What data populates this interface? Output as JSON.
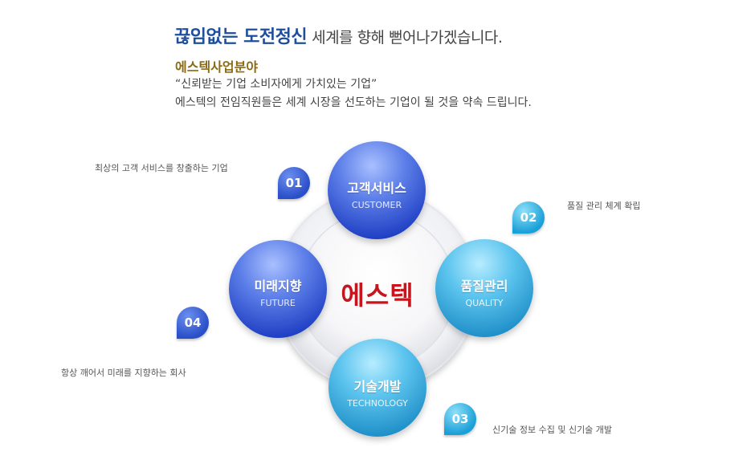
{
  "header": {
    "headline_strong": "끊임없는 도전정신",
    "headline_rest": "세계를 향해 뻗어나가겠습니다.",
    "section_title": "에스텍사업분야",
    "quote": "“신뢰받는 기업 소비자에게 가치있는 기업”",
    "description": "에스텍의 전임직원들은 세계 시장을 선도하는 기업이 될 것을 약속 드립니다."
  },
  "diagram": {
    "center": "에스텍",
    "circles": [
      {
        "ko": "고객서비스",
        "en": "CUSTOMER"
      },
      {
        "ko": "품질관리",
        "en": "QUALITY"
      },
      {
        "ko": "기술개발",
        "en": "TECHNOLOGY"
      },
      {
        "ko": "미래지향",
        "en": "FUTURE"
      }
    ],
    "badges": [
      "01",
      "02",
      "03",
      "04"
    ],
    "notes": [
      "최상의 고객 서비스를 창출하는 기업",
      "품질 관리 체계 확립",
      "신기술 정보 수집 및 신기술 개발",
      "항상 깨어서 미래를 지향하는 회사"
    ]
  },
  "colors": {
    "headline_blue": "#1f4e9c",
    "section_gold": "#8a6a14",
    "center_red": "#c8141c",
    "circle_dark_blue": "#2f55d4",
    "circle_light_blue": "#30a8dc"
  }
}
